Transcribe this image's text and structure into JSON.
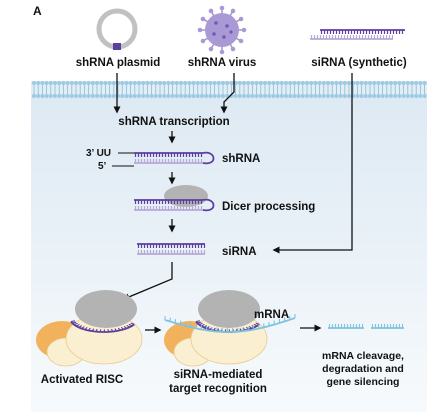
{
  "panel_label": "A",
  "labels": {
    "shrna_plasmid": "shRNA plasmid",
    "shrna_virus": "shRNA virus",
    "sirna_synthetic": "siRNA (synthetic)",
    "shrna_transcription": "shRNA transcription",
    "three_prime": "3’ UU",
    "five_prime": "5’",
    "shrna": "shRNA",
    "dicer_processing": "Dicer processing",
    "sirna": "siRNA",
    "mrna": "mRNA",
    "activated_risc": "Activated RISC",
    "target_recognition_line1": "siRNA-mediated",
    "target_recognition_line2": "target recognition",
    "outcome_line1": "mRNA cleavage,",
    "outcome_line2": "degradation and",
    "outcome_line3": "gene silencing"
  },
  "colors": {
    "cell_interior": "#eaf1f7",
    "membrane": "#9ecbe3",
    "guide_strand": "#5b3f9e",
    "passenger_strand": "#b6a9d6",
    "mrna": "#7ec3e0",
    "dicer_gray": "#b3b3b3",
    "risc_orange": "#f2b25c",
    "risc_cream": "#fbefd2",
    "virus": "#a99ad6",
    "plasmid_ring": "#bdbdbd"
  }
}
